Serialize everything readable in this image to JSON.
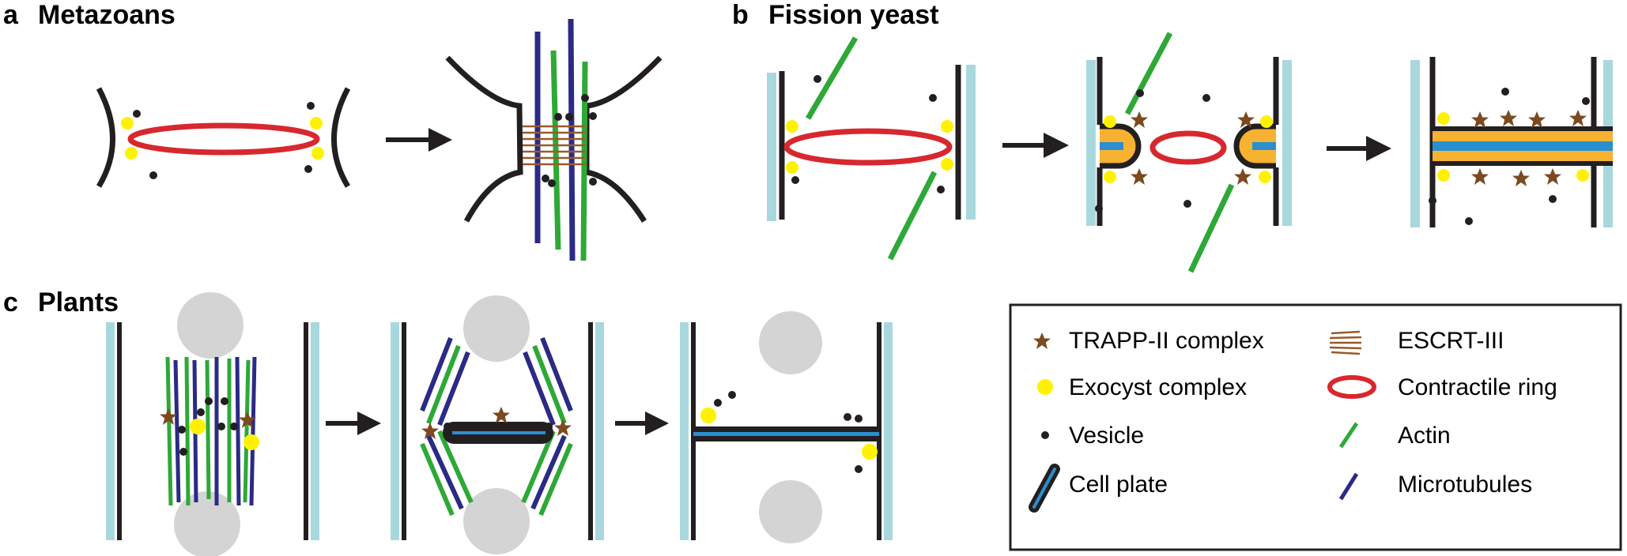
{
  "panels": {
    "a": {
      "letter": "a",
      "title": "Metazoans"
    },
    "b": {
      "letter": "b",
      "title": "Fission yeast"
    },
    "c": {
      "letter": "c",
      "title": "Plants"
    }
  },
  "legend": {
    "trapp": "TRAPP-II complex",
    "escrt": "ESCRT-III",
    "exocyst": "Exocyst complex",
    "ring": "Contractile ring",
    "vesicle": "Vesicle",
    "actin": "Actin",
    "cellplate": "Cell plate",
    "microtubules": "Microtubules"
  },
  "colors": {
    "membrane": "#231f20",
    "wall": "#a8d8de",
    "ring": "#d7282f",
    "exocyst": "#fff200",
    "trapp": "#7b4a1f",
    "escrt": "#9a5a2a",
    "actin": "#2ea836",
    "microtubule": "#2b2a86",
    "septum_blue": "#2a8fd0",
    "septum_orange": "#f7b231",
    "nucleus": "#d4d4d4"
  }
}
